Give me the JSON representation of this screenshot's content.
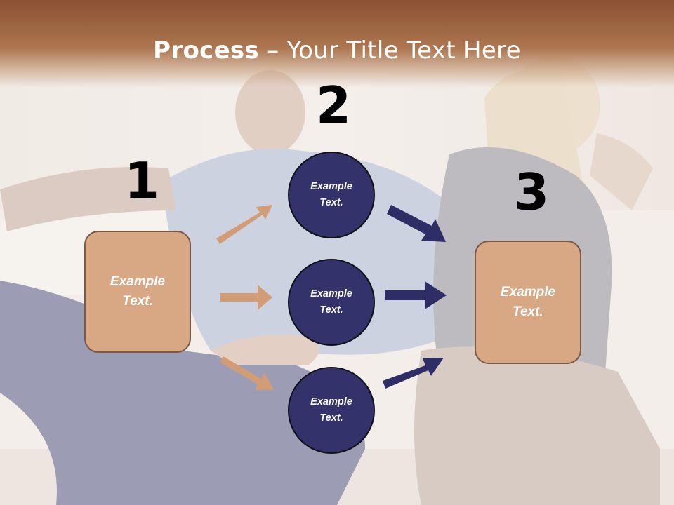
{
  "title": {
    "bold": "Process",
    "rest": " – Your Title Text Here"
  },
  "steps": {
    "n1": "1",
    "n2": "2",
    "n3": "3"
  },
  "left_box": {
    "text": "Example Text."
  },
  "right_box": {
    "text": "Example Text."
  },
  "circles": [
    {
      "text": "Example Text."
    },
    {
      "text": "Example Text."
    },
    {
      "text": "Example Text."
    }
  ],
  "colors": {
    "tan_box": "#d7a883",
    "navy_circle": "#33326a",
    "tan_arrow": "#d29c76",
    "navy_arrow": "#2e2d66",
    "title_bar": "#9a6440"
  }
}
